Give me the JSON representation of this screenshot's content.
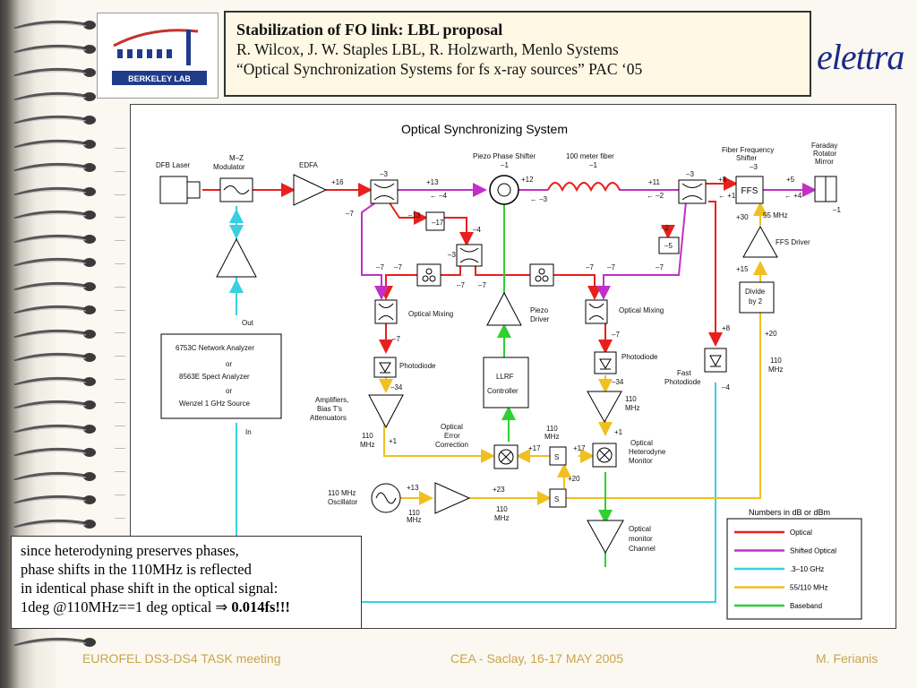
{
  "header": {
    "title": "Stabilization of FO link: LBL proposal",
    "line1": "R. Wilcox, J. W. Staples LBL, R. Holzwarth, Menlo Systems",
    "line2": "“Optical Synchronization Systems for fs x-ray sources” PAC ‘05"
  },
  "logos": {
    "left_text": "BERKELEY LAB",
    "right_text": "elettra"
  },
  "diagram": {
    "title": "Optical Synchronizing System",
    "labels": {
      "dfb": "DFB Laser",
      "mz1": "M–Z",
      "mz2": "Modulator",
      "edfa": "EDFA",
      "pps": "Piezo Phase Shifter",
      "pps_v": "–1",
      "fiber": "100 meter fiber",
      "fiber_v": "–1",
      "ffs1": "Fiber Frequency",
      "ffs2": "Shifter",
      "ffs_v": "–3",
      "ffs": "FFS",
      "frm1": "Faraday",
      "frm2": "Rotator",
      "frm3": "Mirror",
      "frm_v": "–1",
      "p16": "+16",
      "m3a": "–3",
      "p13": "+13",
      "m4": "← –4",
      "p12": "+12",
      "m3b": "← –3",
      "p11": "+11",
      "m2": "← –2",
      "m3c": "–3",
      "p8": "+8",
      "p1": "← +1",
      "p5": "+5",
      "p4": "← +4",
      "m7a": "–7",
      "m13": "–13",
      "m17": "–17",
      "m4b": "–4",
      "m3d": "–3",
      "m2b": "–2",
      "m5": "–5",
      "p30": "+30",
      "mhz55": "55 MHz",
      "ffsdrv": "FFS Driver",
      "p15": "+15",
      "div1": "Divide",
      "div2": "by 2",
      "p20": "+20",
      "mhz110a": "110",
      "mhz110b": "MHz",
      "m7b": "–7",
      "m7c": "–7",
      "m7d": "–7",
      "m7e": "–7",
      "m7f": "–7",
      "m7g": "–7",
      "m7h": "–7",
      "optmix1": "Optical Mixing",
      "optmix2": "Optical Mixing",
      "m7i": "–7",
      "pd1": "Photodiode",
      "m34a": "–34",
      "piezo1": "Piezo",
      "piezo2": "Driver",
      "llrf1": "LLRF",
      "llrf2": "Controller",
      "m7j": "–7",
      "pd2": "Photodiode",
      "m34b": "–34",
      "mhz110c": "110",
      "mhz110d": "MHz",
      "p8b": "+8",
      "fpd1": "Fast",
      "fpd2": "Photodiode",
      "m4c": "–4",
      "out": "Out",
      "in": "In",
      "na1": "6753C Network Analyzer",
      "na2": "or",
      "na3": "8563E Spect Analyzer",
      "na4": "or",
      "na5": "Wenzel 1 GHz Source",
      "amp1": "Amplifiers,",
      "amp2": "Bias T's",
      "amp3": "Attenuators",
      "mhz110e": "110",
      "mhz110f": "MHz",
      "p1b": "+1",
      "oec1": "Optical",
      "oec2": "Error",
      "oec3": "Correction",
      "mhz110g": "110",
      "mhz110h": "MHz",
      "p17a": "+17",
      "p17b": "+17",
      "s1": "S",
      "s2": "S",
      "ohm1": "Optical",
      "ohm2": "Heterodyne",
      "ohm3": "Monitor",
      "p1c": "+1",
      "p20b": "+20",
      "osc1": "110 MHz",
      "osc2": "Oscillator",
      "p13b": "+13",
      "p23": "+23",
      "mhz110i": "110",
      "mhz110j": "MHz",
      "mhz110k": "110",
      "mhz110l": "MHz",
      "omc1": "Optical",
      "omc2": "monitor",
      "omc3": "Channel"
    },
    "legend": {
      "title": "Numbers in dB or dBm",
      "items": [
        {
          "label": "Optical",
          "color": "#e8201c"
        },
        {
          "label": "Shifted Optical",
          "color": "#c030c8"
        },
        {
          "label": ".3–10 GHz",
          "color": "#38d0e0"
        },
        {
          "label": "55/110 MHz",
          "color": "#f0c020"
        },
        {
          "label": "Baseband",
          "color": "#30d030"
        }
      ]
    }
  },
  "callout": {
    "line1": "since heterodyning preserves phases,",
    "line2": "phase shifts in the 110MHz is reflected",
    "line3": "in identical phase shift in the optical signal:",
    "line4a": "1deg @110MHz==1 deg optical ",
    "arrow": "⇒",
    "line4b": " 0.014fs!!!"
  },
  "footer": {
    "left": "EUROFEL DS3-DS4 TASK meeting",
    "center": "CEA - Saclay, 16-17 MAY 2005",
    "right": "M. Ferianis"
  },
  "colors": {
    "optical": "#e8201c",
    "shifted": "#c030c8",
    "rf": "#38d0e0",
    "mhz": "#f0c020",
    "baseband": "#30d030"
  }
}
